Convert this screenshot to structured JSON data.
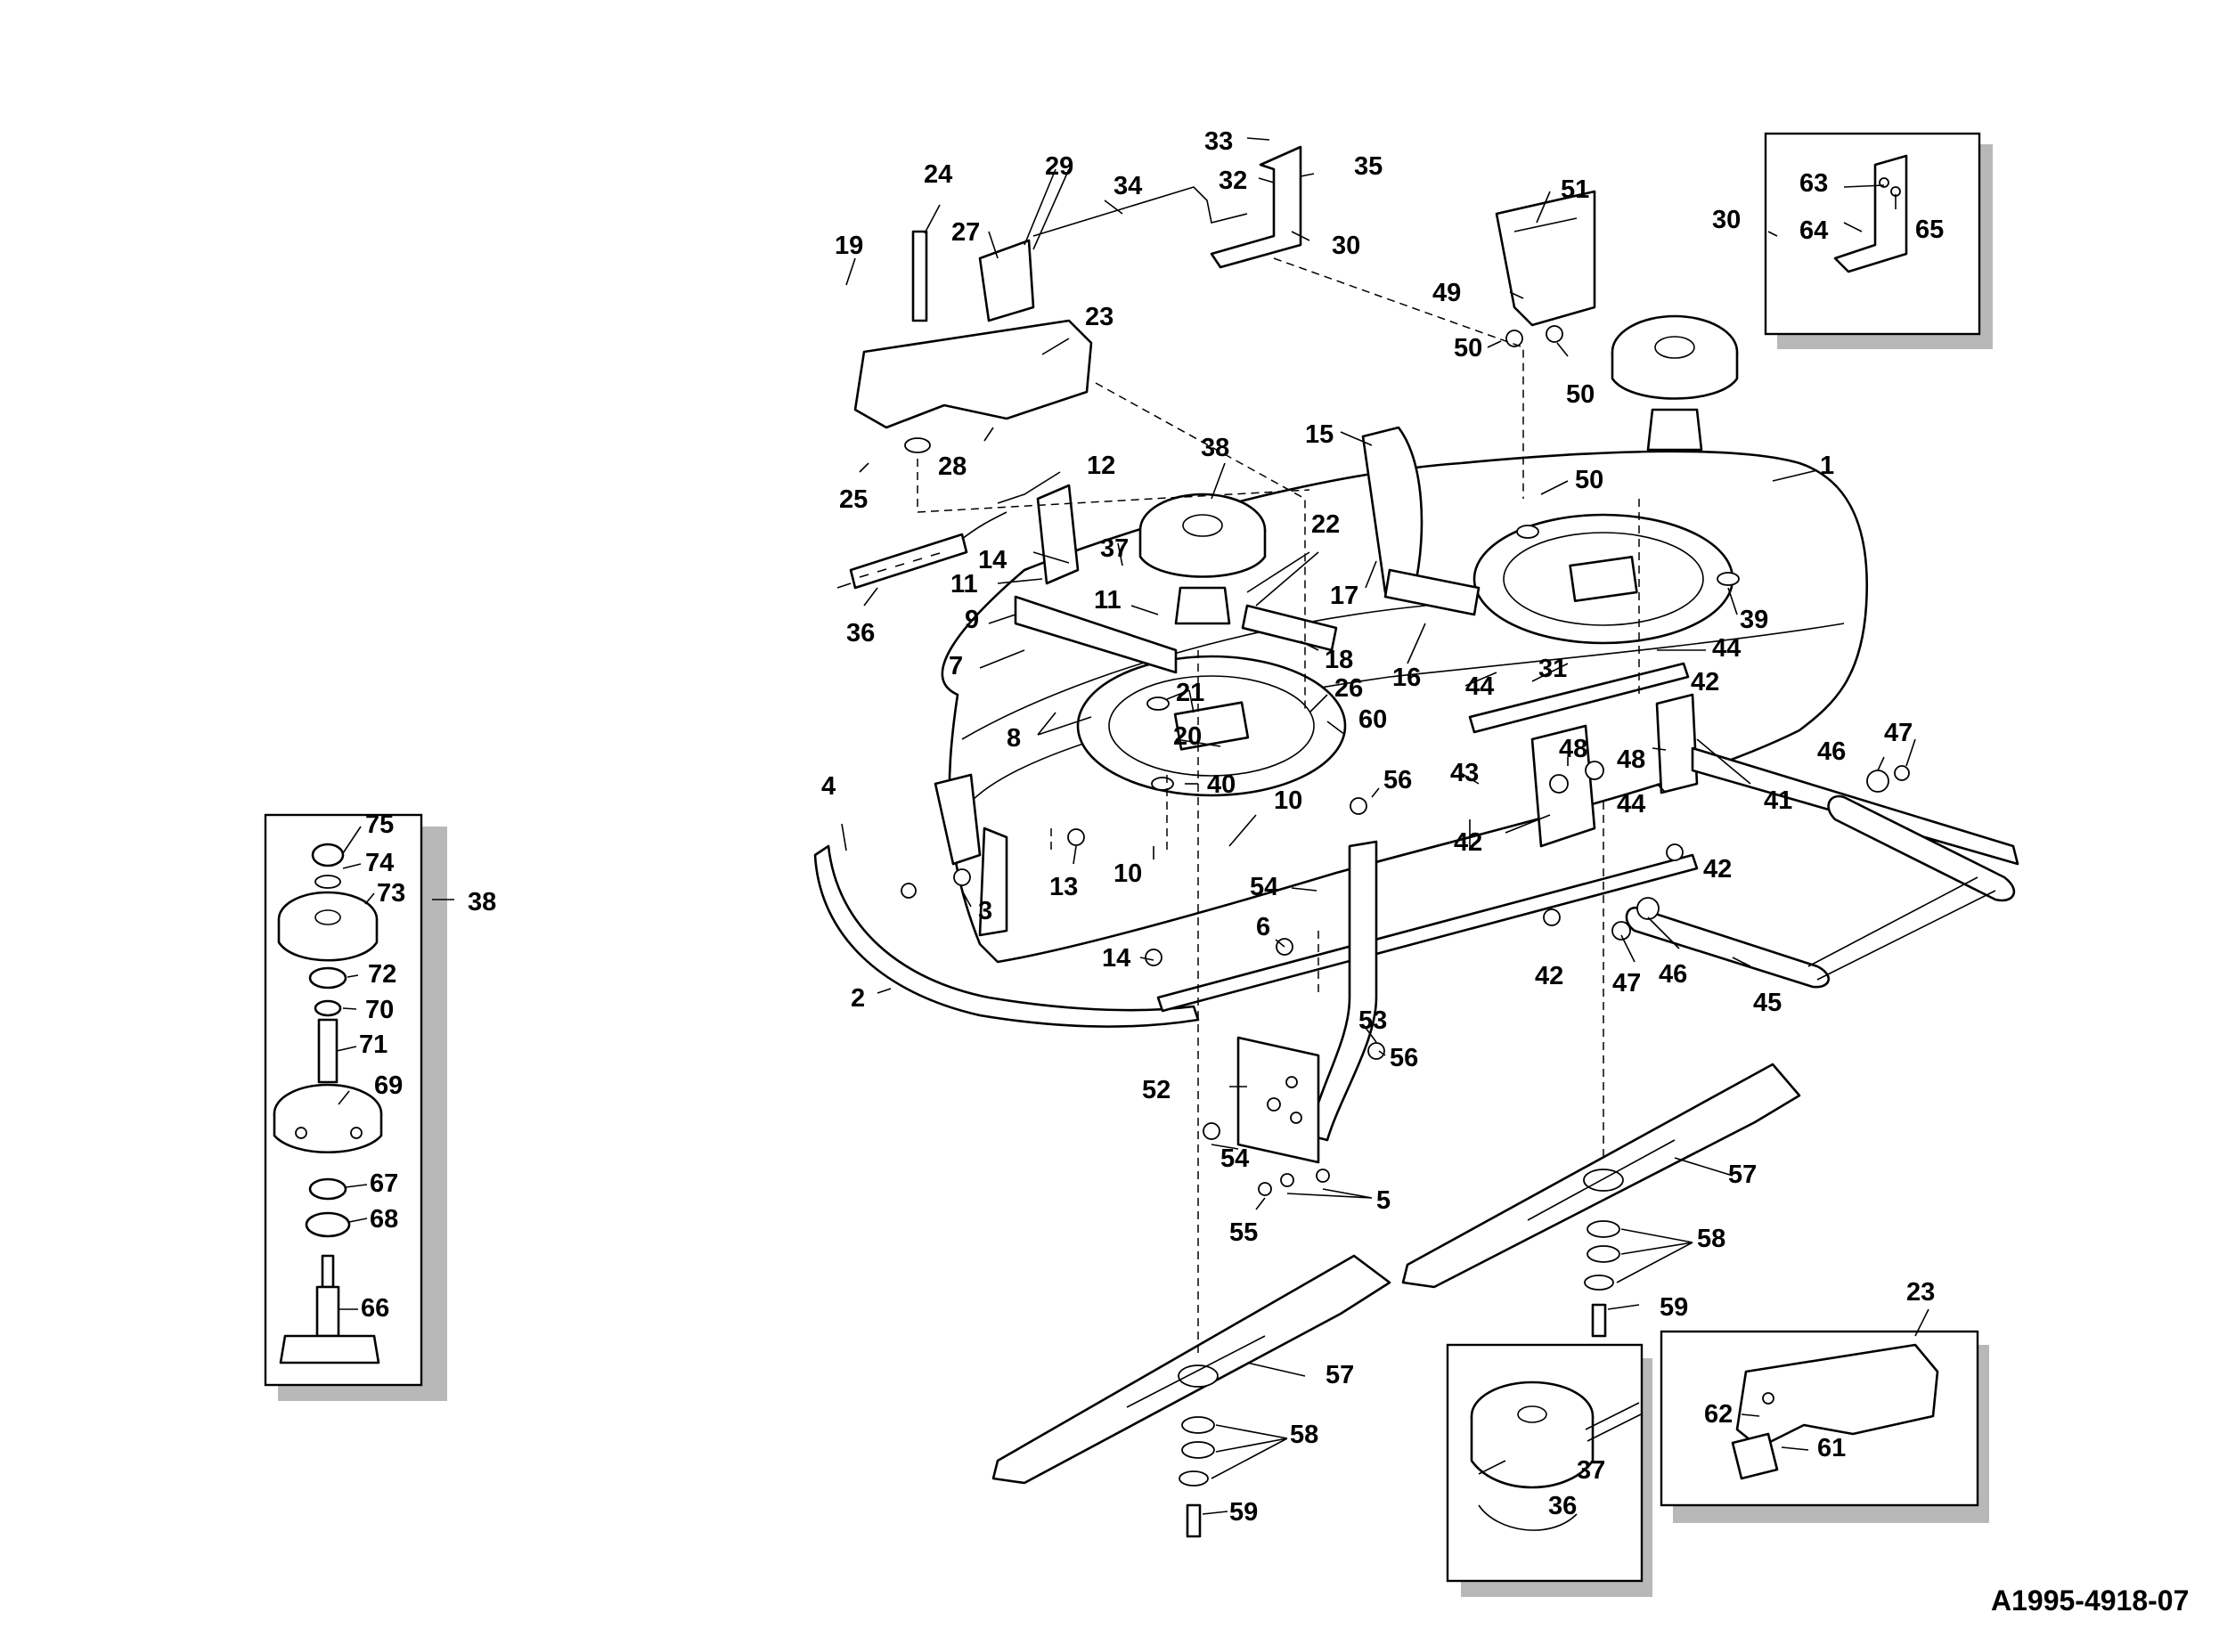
{
  "drawing_code": "A1995-4918-07",
  "callouts": {
    "c1": "1",
    "c2": "2",
    "c3": "3",
    "c4": "4",
    "c5": "5",
    "c6": "6",
    "c7": "7",
    "c8": "8",
    "c9": "9",
    "c10": "10",
    "c11": "11",
    "c12": "12",
    "c13": "13",
    "c14": "14",
    "c15": "15",
    "c16": "16",
    "c17": "17",
    "c18": "18",
    "c19": "19",
    "c20": "20",
    "c21": "21",
    "c22": "22",
    "c23": "23",
    "c24": "24",
    "c25": "25",
    "c26": "26",
    "c27": "27",
    "c28": "28",
    "c29": "29",
    "c30": "30",
    "c31": "31",
    "c32": "32",
    "c33": "33",
    "c34": "34",
    "c35": "35",
    "c36": "36",
    "c37": "37",
    "c38": "38",
    "c39": "39",
    "c40": "40",
    "c41": "41",
    "c42": "42",
    "c43": "43",
    "c44": "44",
    "c45": "45",
    "c46": "46",
    "c47": "47",
    "c48": "48",
    "c49": "49",
    "c50": "50",
    "c51": "51",
    "c52": "52",
    "c53": "53",
    "c54": "54",
    "c55": "55",
    "c56": "56",
    "c57": "57",
    "c58": "58",
    "c59": "59",
    "c60": "60",
    "c61": "61",
    "c62": "62",
    "c63": "63",
    "c64": "64",
    "c65": "65",
    "c66": "66",
    "c67": "67",
    "c68": "68",
    "c69": "69",
    "c70": "70",
    "c71": "71",
    "c72": "72",
    "c73": "73",
    "c74": "74",
    "c75": "75"
  }
}
